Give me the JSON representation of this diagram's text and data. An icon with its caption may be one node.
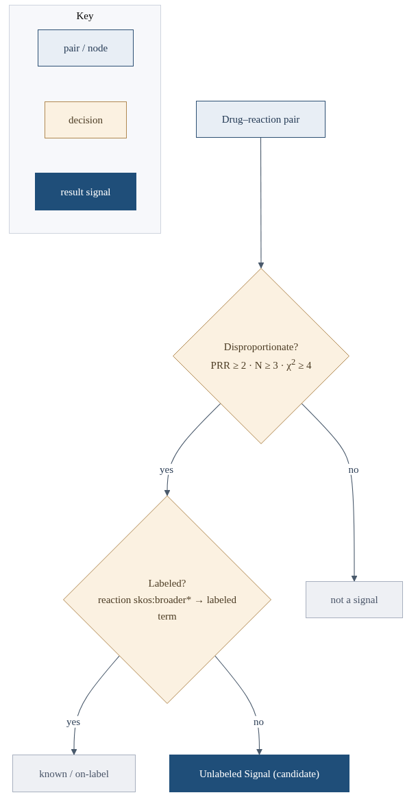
{
  "diagram": {
    "nodes": [
      {
        "text": [
          "Key"
        ]
      },
      {
        "text": [
          "pair / node"
        ],
        "in": 0
      },
      {
        "text": [
          "decision"
        ],
        "in": 0
      },
      {
        "text": [
          "result signal"
        ],
        "in": 0
      },
      {
        "text": [
          "Drug–reaction pair"
        ]
      },
      {
        "text": [
          "Disproportionate?",
          "PRR ≥ 2 · N ≥ 3 · χ$^{2}$ ≥ 4"
        ]
      },
      {
        "text": [
          "Labeled?",
          "reaction skos:broader* → labeled term"
        ]
      },
      {
        "text": [
          "not a signal"
        ]
      },
      {
        "text": [
          "known / on-label"
        ]
      },
      {
        "text": [
          "Unlabeled Signal (candidate)"
        ]
      }
    ],
    "edges": [
      {
        "from": 4,
        "to": 5,
        "arrow": "to"
      },
      {
        "from": 5,
        "to": 6,
        "arrow": "to",
        "label": "yes"
      },
      {
        "from": 5,
        "to": 7,
        "arrow": "to",
        "label": "no"
      },
      {
        "from": 6,
        "to": 8,
        "arrow": "to",
        "label": "yes"
      },
      {
        "from": 6,
        "to": 9,
        "arrow": "to",
        "label": "no"
      }
    ]
  }
}
